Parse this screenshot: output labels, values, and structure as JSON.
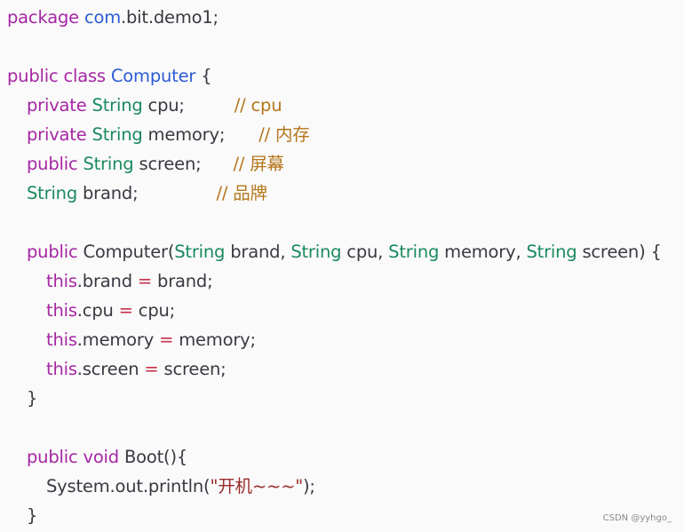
{
  "code": {
    "line_package": {
      "kw": "package",
      "pkg": "com",
      "rest": ".bit.demo1;"
    },
    "line_class": {
      "kw": "public class",
      "name": "Computer",
      "rest": " {"
    },
    "field_cpu": {
      "mod": "private",
      "type": "String",
      "name": " cpu;",
      "comment": "// cpu"
    },
    "field_memory": {
      "mod": "private",
      "type": "String",
      "name": " memory;",
      "comment": "// 内存"
    },
    "field_screen": {
      "mod": "public",
      "type": "String",
      "name": " screen;",
      "comment": "// 屏幕"
    },
    "field_brand": {
      "type": "String",
      "name": " brand;",
      "comment": "// 品牌"
    },
    "ctor": {
      "mod": "public",
      "name": " Computer(",
      "p1_type": "String",
      "p1_name": " brand, ",
      "p2_type": "String",
      "p2_name": " cpu, ",
      "p3_type": "String",
      "p3_name": " memory, ",
      "p4_type": "String",
      "p4_name": " screen) {"
    },
    "assign_brand": {
      "this": "this",
      "lhs": ".brand ",
      "op": "=",
      "rhs": " brand;"
    },
    "assign_cpu": {
      "this": "this",
      "lhs": ".cpu ",
      "op": "=",
      "rhs": " cpu;"
    },
    "assign_memory": {
      "this": "this",
      "lhs": ".memory ",
      "op": "=",
      "rhs": " memory;"
    },
    "assign_screen": {
      "this": "this",
      "lhs": ".screen ",
      "op": "=",
      "rhs": " screen;"
    },
    "close_brace": "}",
    "boot": {
      "mod": "public",
      "type": "void",
      "name": " Boot(){"
    },
    "println": {
      "call": "System.out.println(",
      "str": "\"开机~~~\"",
      "end": ");"
    },
    "close_brace2": "}"
  },
  "watermark": "CSDN @yyhgo_"
}
